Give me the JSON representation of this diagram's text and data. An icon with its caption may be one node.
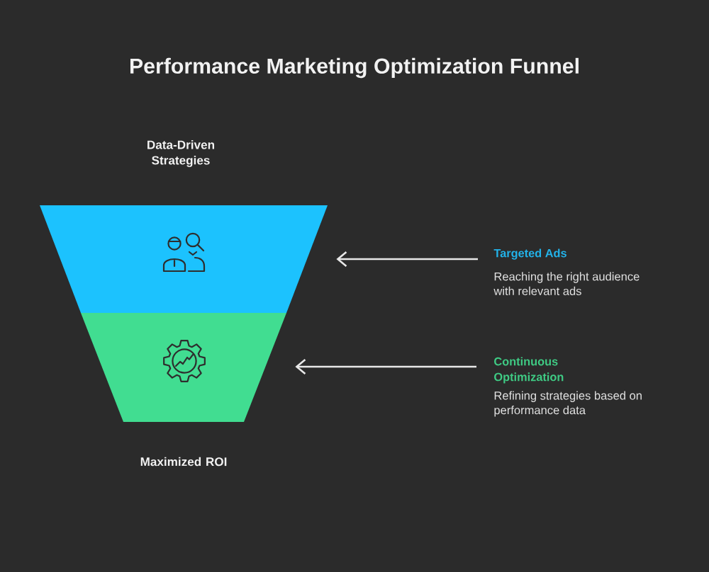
{
  "diagram": {
    "title": "Performance Marketing Optimization Funnel",
    "nodes": [
      {
        "text": [],
        "shape": "trapezoid"
      },
      {
        "text": [],
        "shape": "trapezoid"
      },
      {
        "text": [
          "Targeted Ads",
          "Reaching the right audience with relevant ads"
        ]
      },
      {
        "text": [
          "Continuous Optimization",
          "Refining strategies based on performance data"
        ]
      }
    ],
    "edges": [
      {
        "from": 2,
        "to": 0,
        "arrow": "to"
      },
      {
        "from": 3,
        "to": 1,
        "arrow": "to"
      }
    ],
    "labels": [
      "Data-Driven Strategies",
      "Maximized ROI"
    ]
  }
}
